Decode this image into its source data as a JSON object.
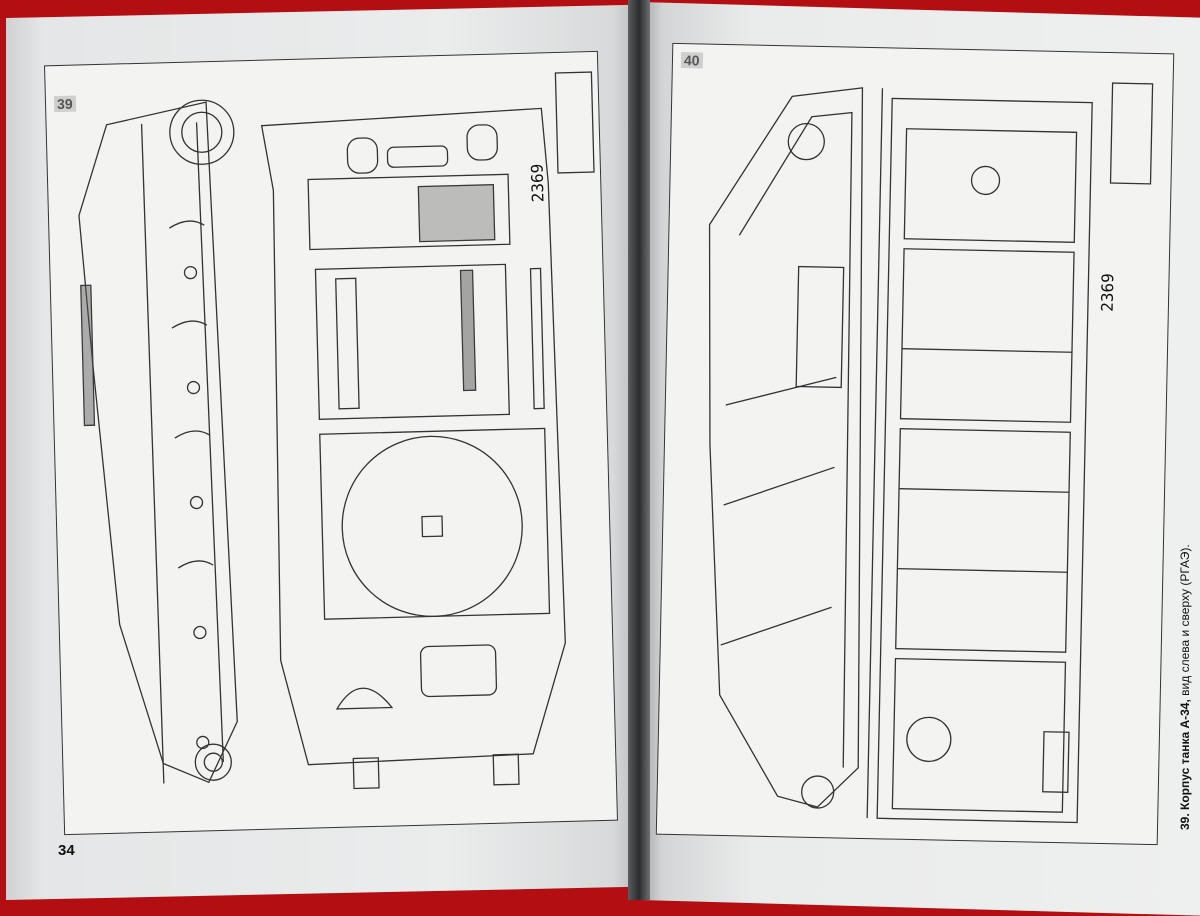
{
  "page": {
    "left_page_number": "34",
    "left_sheet_number": "39",
    "right_sheet_number": "40",
    "left_handwritten": "2369",
    "right_handwritten": "2369",
    "caption_number": "39.",
    "caption_title": "Корпус танка А-34,",
    "caption_rest": "вид слева и сверху (РГАЭ)."
  },
  "colors": {
    "background": "#b30f12",
    "paper": "#ebecec",
    "ink": "#222222"
  }
}
